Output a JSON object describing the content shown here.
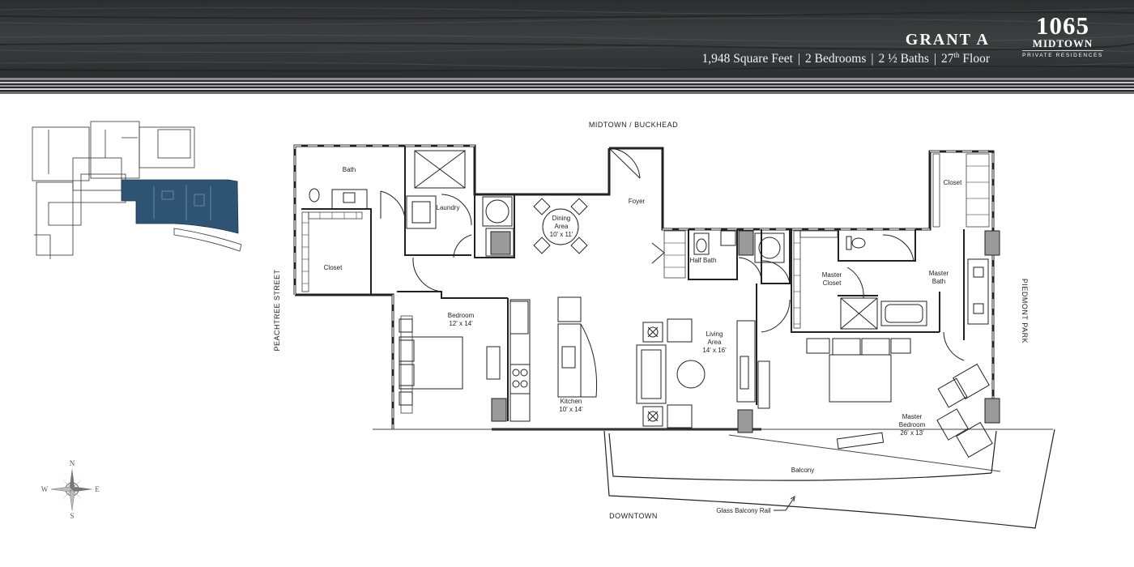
{
  "header": {
    "unit_name": "GRANT A",
    "square_feet": "1,948 Square Feet",
    "bedrooms": "2 Bedrooms",
    "baths_prefix": "2",
    "baths_fraction": "½",
    "baths_suffix": " Baths",
    "floor_prefix": "27",
    "floor_sup": "th",
    "floor_suffix": " Floor",
    "separator": "|"
  },
  "logo": {
    "number": "1065",
    "name": "MIDTOWN",
    "tagline": "PRIVATE RESIDENCES"
  },
  "directions": {
    "top": "MIDTOWN / BUCKHEAD",
    "bottom": "DOWNTOWN",
    "left": "PEACHTREE STREET",
    "right": "PIEDMONT PARK"
  },
  "compass": {
    "n": "N",
    "s": "S",
    "e": "E",
    "w": "W"
  },
  "rooms": {
    "bath": "Bath",
    "laundry": "Laundry",
    "closet_left": "Closet",
    "bedroom": "Bedroom",
    "bedroom_dim": "12' x 14'",
    "dining_1": "Dining",
    "dining_2": "Area",
    "dining_dim": "10' x 11'",
    "foyer": "Foyer",
    "kitchen": "Kitchen",
    "kitchen_dim": "10' x 14'",
    "half_bath": "Half Bath",
    "living_1": "Living",
    "living_2": "Area",
    "living_dim": "14' x 16'",
    "closet_right": "Closet",
    "master_closet_1": "Master",
    "master_closet_2": "Closet",
    "master_bath_1": "Master",
    "master_bath_2": "Bath",
    "master_bedroom_1": "Master",
    "master_bedroom_2": "Bedroom",
    "master_bedroom_dim": "26' x 13'",
    "balcony": "Balcony",
    "glass_rail": "Glass Balcony Rail"
  },
  "colors": {
    "header_bg": "#2f3031",
    "key_plan_highlight": "#2f5372",
    "wall": "#222222",
    "appliance_fill": "#9a9a9a"
  }
}
